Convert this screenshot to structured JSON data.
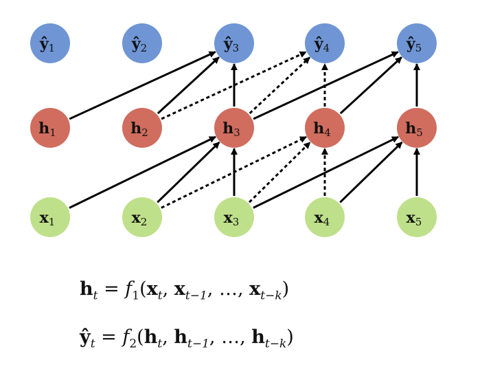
{
  "colors": {
    "y": "#6f95d5",
    "h": "#d06d5f",
    "x": "#bfe08a",
    "edge": "#000000"
  },
  "nodes": [
    {
      "id": "y1",
      "base": "ŷ",
      "sub": "1",
      "layer": "y",
      "col": 0
    },
    {
      "id": "y2",
      "base": "ŷ",
      "sub": "2",
      "layer": "y",
      "col": 1
    },
    {
      "id": "y3",
      "base": "ŷ",
      "sub": "3",
      "layer": "y",
      "col": 2
    },
    {
      "id": "y4",
      "base": "ŷ",
      "sub": "4",
      "layer": "y",
      "col": 3
    },
    {
      "id": "y5",
      "base": "ŷ",
      "sub": "5",
      "layer": "y",
      "col": 4
    },
    {
      "id": "h1",
      "base": "h",
      "sub": "1",
      "layer": "h",
      "col": 0
    },
    {
      "id": "h2",
      "base": "h",
      "sub": "2",
      "layer": "h",
      "col": 1
    },
    {
      "id": "h3",
      "base": "h",
      "sub": "3",
      "layer": "h",
      "col": 2
    },
    {
      "id": "h4",
      "base": "h",
      "sub": "4",
      "layer": "h",
      "col": 3
    },
    {
      "id": "h5",
      "base": "h",
      "sub": "5",
      "layer": "h",
      "col": 4
    },
    {
      "id": "x1",
      "base": "x",
      "sub": "1",
      "layer": "x",
      "col": 0
    },
    {
      "id": "x2",
      "base": "x",
      "sub": "2",
      "layer": "x",
      "col": 1
    },
    {
      "id": "x3",
      "base": "x",
      "sub": "3",
      "layer": "x",
      "col": 2
    },
    {
      "id": "x4",
      "base": "x",
      "sub": "4",
      "layer": "x",
      "col": 3
    },
    {
      "id": "x5",
      "base": "x",
      "sub": "5",
      "layer": "x",
      "col": 4
    }
  ],
  "edges": [
    {
      "from": "x1",
      "to": "h3",
      "style": "solid"
    },
    {
      "from": "x2",
      "to": "h3",
      "style": "solid"
    },
    {
      "from": "x3",
      "to": "h3",
      "style": "solid"
    },
    {
      "from": "x2",
      "to": "h4",
      "style": "dashed"
    },
    {
      "from": "x3",
      "to": "h4",
      "style": "dashed"
    },
    {
      "from": "x4",
      "to": "h4",
      "style": "dashed"
    },
    {
      "from": "x3",
      "to": "h5",
      "style": "solid"
    },
    {
      "from": "x4",
      "to": "h5",
      "style": "solid"
    },
    {
      "from": "x5",
      "to": "h5",
      "style": "solid"
    },
    {
      "from": "h1",
      "to": "y3",
      "style": "solid"
    },
    {
      "from": "h2",
      "to": "y3",
      "style": "solid"
    },
    {
      "from": "h3",
      "to": "y3",
      "style": "solid"
    },
    {
      "from": "h2",
      "to": "y4",
      "style": "dashed"
    },
    {
      "from": "h3",
      "to": "y4",
      "style": "dashed"
    },
    {
      "from": "h4",
      "to": "y4",
      "style": "dashed"
    },
    {
      "from": "h3",
      "to": "y5",
      "style": "solid"
    },
    {
      "from": "h4",
      "to": "y5",
      "style": "solid"
    },
    {
      "from": "h5",
      "to": "y5",
      "style": "solid"
    }
  ],
  "equations": {
    "eq1": {
      "lhs": "h",
      "lhs_sub": "t",
      "eq": " = ",
      "fn": "f",
      "fn_sub": "1",
      "args": [
        {
          "base": "x",
          "sub": "t"
        },
        {
          "base": "x",
          "sub": "t−1"
        },
        {
          "base": "…",
          "sub": ""
        },
        {
          "base": "x",
          "sub": "t−k"
        }
      ]
    },
    "eq2": {
      "lhs": "ŷ",
      "lhs_sub": "t",
      "eq": " = ",
      "fn": "f",
      "fn_sub": "2",
      "args": [
        {
          "base": "h",
          "sub": "t"
        },
        {
          "base": "h",
          "sub": "t−1"
        },
        {
          "base": "…",
          "sub": ""
        },
        {
          "base": "h",
          "sub": "t−k"
        }
      ]
    }
  }
}
